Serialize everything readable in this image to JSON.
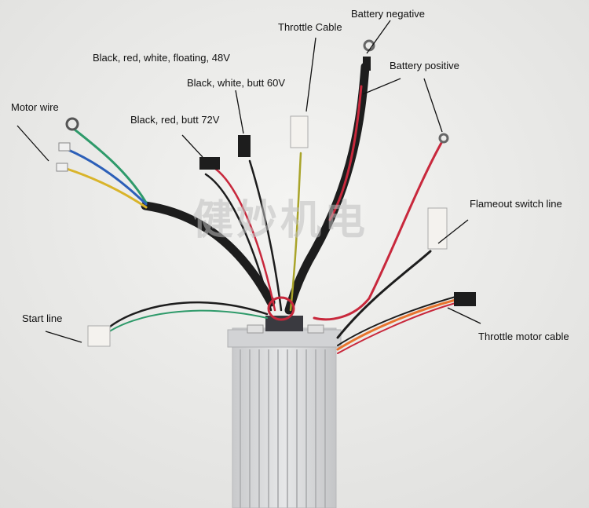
{
  "watermark": "健妙机电",
  "labels": {
    "throttle_cable": "Throttle Cable",
    "battery_negative": "Battery negative",
    "battery_positive": "Battery positive",
    "black_red_white_floating_48v": "Black, red, white, floating, 48V",
    "black_white_butt_60v": "Black, white, butt 60V",
    "black_red_butt_72v": "Black, red, butt 72V",
    "motor_wire": "Motor wire",
    "flameout_switch_line": "Flameout switch line",
    "start_line": "Start line",
    "throttle_motor_cable": "Throttle motor cable"
  },
  "colors": {
    "background": "#ececea",
    "controller_body": "#d9dadc",
    "cable_black": "#1d1d1d",
    "wire_red": "#c8283c",
    "wire_green": "#2e9a6a",
    "wire_blue": "#2c5fb8",
    "wire_yellow": "#d9b42a",
    "wire_orange": "#e8742e"
  }
}
